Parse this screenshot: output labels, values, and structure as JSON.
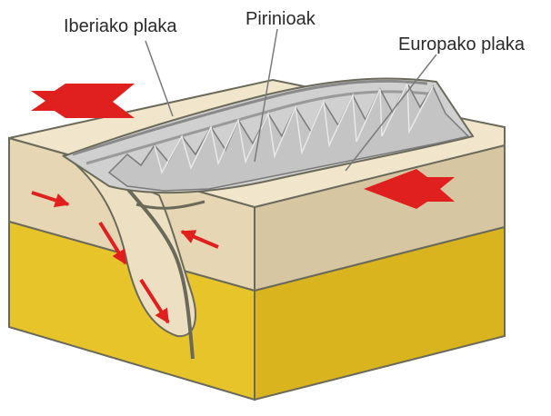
{
  "labels": {
    "iberian_plate": "Iberiako plaka",
    "pyrenees": "Pirinioak",
    "european_plate": "Europako plaka"
  },
  "colors": {
    "top_surface": "#f1e6cc",
    "crust_upper": "#e6d6b4",
    "crust_right": "#d7c6a2",
    "mantle": "#e7c42a",
    "mantle_right": "#d9b41e",
    "mountains": "#b9b9b9",
    "mountain_light": "#dcdcdc",
    "arrow_red": "#e0201e",
    "outline": "#6b6a5a"
  },
  "icons": {
    "arrow_iberia": "big-red-arrow-right",
    "arrow_europe": "big-red-arrow-left",
    "subduction_flow": "small-red-arrows"
  }
}
